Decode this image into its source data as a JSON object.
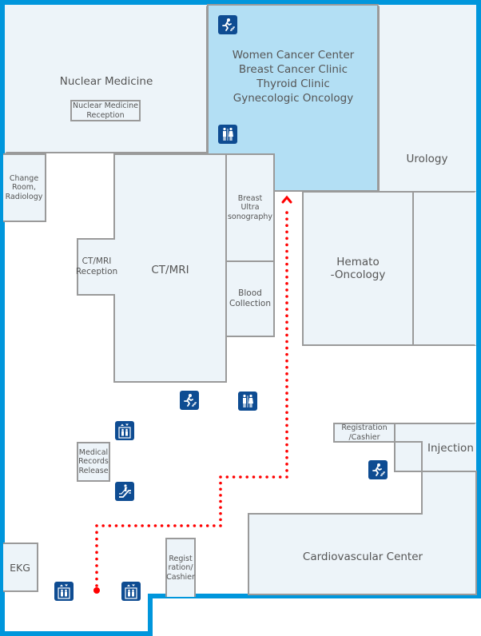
{
  "map": {
    "title": "Hospital floor map",
    "colors": {
      "outer_wall": "#0096dc",
      "room_fill": "#edf4f9",
      "room_border": "#9a9a9a",
      "highlight_fill": "#b3dff4",
      "icon_bg": "#0e4c92",
      "route": "#ff0000",
      "text": "#555555"
    },
    "rooms": {
      "nuclear_medicine": "Nuclear Medicine",
      "nuclear_medicine_reception": "Nuclear Medicine\nReception",
      "women_cancer_center": "Women Cancer Center\nBreast Cancer Clinic\nThyroid Clinic\nGynecologic Oncology",
      "urology": "Urology",
      "change_room": "Change\nRoom,\nRadiology",
      "ct_mri": "CT/MRI",
      "ct_mri_reception": "CT/MRI\nReception",
      "breast_ultrasonography": "Breast\nUltra\nsonography",
      "blood_collection": "Blood\nCollection",
      "hemato_oncology": "Hemato\n-Oncology",
      "registration_cashier_right": "Registration\n/Cashier",
      "injection": "Injection",
      "medical_records_release": "Medical\nRecords\nRelease",
      "cardiovascular_center": "Cardiovascular Center",
      "ekg": "EKG",
      "registration_cashier_bottom": "Regist\nration/\nCashier"
    },
    "highlighted_room": "Women Cancer Center",
    "icons": [
      {
        "type": "emergency-exit-stairs-icon",
        "area": "Women Cancer Center top"
      },
      {
        "type": "restroom-icon",
        "area": "Women Cancer Center bottom"
      },
      {
        "type": "emergency-exit-stairs-icon",
        "area": "hallway below CT/MRI"
      },
      {
        "type": "restroom-icon",
        "area": "hallway below Blood Collection"
      },
      {
        "type": "elevator-icon",
        "area": "near Medical Records Release top"
      },
      {
        "type": "escalator-icon",
        "area": "near Medical Records Release bottom"
      },
      {
        "type": "emergency-exit-stairs-icon",
        "area": "below Registration/Cashier right"
      },
      {
        "type": "elevator-icon",
        "area": "bottom left near EKG"
      },
      {
        "type": "elevator-icon",
        "area": "bottom near route start"
      }
    ],
    "route": {
      "from": "Entrance (bottom, between elevators)",
      "to": "Women Cancer Center",
      "style": "dotted red line with arrowhead"
    }
  }
}
